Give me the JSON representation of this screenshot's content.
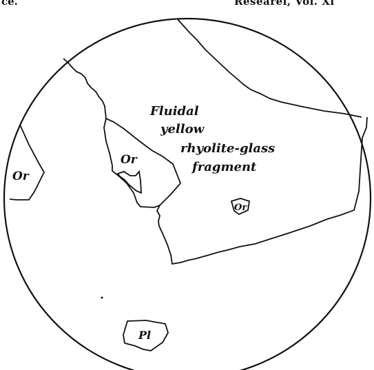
{
  "header": {
    "left_fragment": "ce.",
    "right_fragment": "Researel, Vol. Xi"
  },
  "labels": {
    "fragment_line1": "Fluidal",
    "fragment_line2": "yellow",
    "fragment_line3": "rhyolite-glass",
    "fragment_line4": "fragment",
    "or_left": "Or",
    "or_center": "Or",
    "or_right": "Or",
    "pl": "Pl"
  }
}
